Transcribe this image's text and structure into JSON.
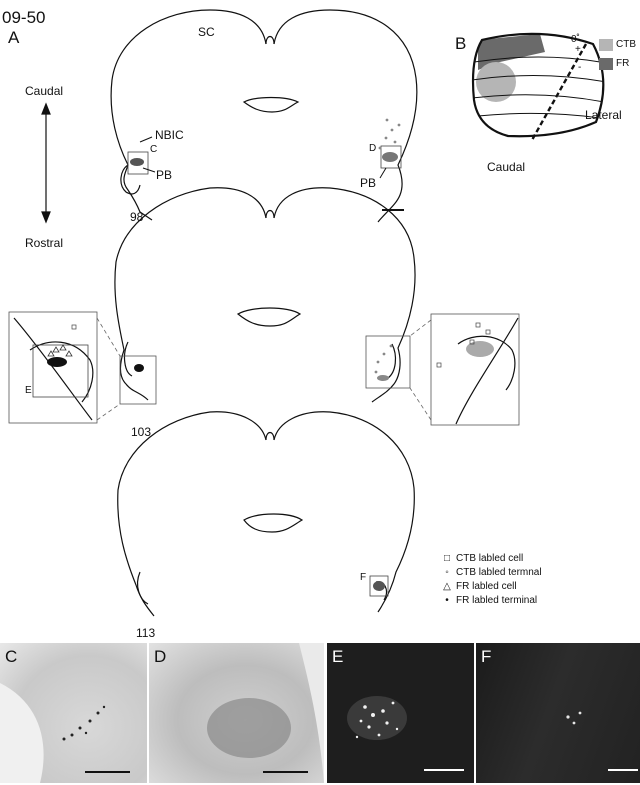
{
  "figure": {
    "id": "09-50",
    "panel_a": "A",
    "panel_b": "B"
  },
  "section_labels": {
    "sc": "SC",
    "nbic": "NBIC",
    "pb_left": "PB",
    "pb_right": "PB",
    "box_c": "C",
    "box_d": "D",
    "box_e": "E",
    "box_f": "F",
    "section_98": "98",
    "section_103": "103",
    "section_113": "113"
  },
  "orientation": {
    "caudal": "Caudal",
    "rostral": "Rostral"
  },
  "panel_b_map": {
    "angle": "0˚",
    "plus": "+",
    "minus": "-",
    "caudal": "Caudal",
    "lateral": "Lateral",
    "legend": [
      {
        "label": "CTB",
        "color": "#b5b5b5"
      },
      {
        "label": "FR",
        "color": "#6a6a6a"
      }
    ]
  },
  "legend": [
    {
      "symbol": "□",
      "label": "CTB labled cell"
    },
    {
      "symbol": "◦",
      "label": "CTB labled termnal"
    },
    {
      "symbol": "△",
      "label": "FR labled cell"
    },
    {
      "symbol": "•",
      "label": "FR labled terminal"
    }
  ],
  "photos": [
    {
      "letter": "C",
      "kind": "brightfield"
    },
    {
      "letter": "D",
      "kind": "brightfield"
    },
    {
      "letter": "E",
      "kind": "fluorescence"
    },
    {
      "letter": "F",
      "kind": "fluorescence"
    }
  ]
}
